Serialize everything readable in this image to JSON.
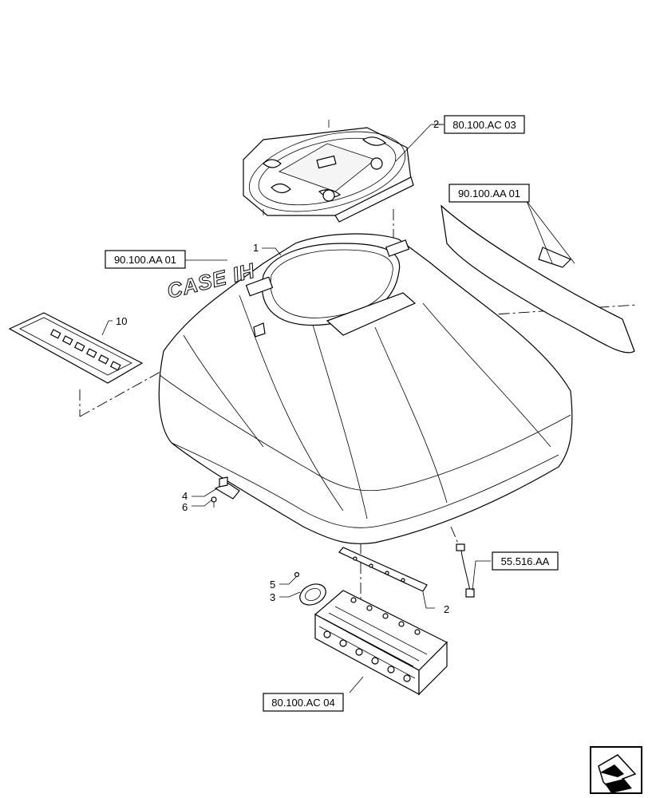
{
  "references": {
    "ref_top_hatch": "80.100.AC 03",
    "ref_side_panel": "90.100.AA 01",
    "ref_logo": "90.100.AA 01",
    "ref_hose": "55.516.AA",
    "ref_bottom_assembly": "80.100.AC 04"
  },
  "callouts": {
    "c_hatch": "2",
    "c_cover": "1",
    "c_panel": "10",
    "c_bracket": "4",
    "c_screw_left": "6",
    "c_screw_bottom": "5",
    "c_flange": "3",
    "c_strip": "2"
  },
  "decals": {
    "logo_text": "CASE IH"
  },
  "icons": {
    "nav_icon": "page-navigation-arrow-icon"
  }
}
